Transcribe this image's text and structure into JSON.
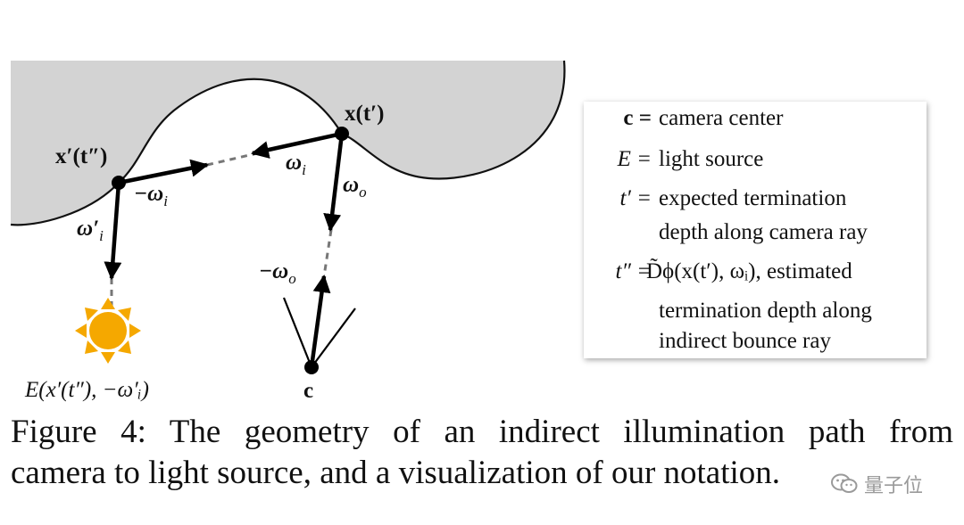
{
  "diagram": {
    "labels": {
      "point_x": "x(t′)",
      "point_x_prime": "x′(t″)",
      "omega_i": "ω",
      "omega_i_sub": "i",
      "neg_omega_i": "−ω",
      "neg_omega_i_sub": "i",
      "omega_o": "ω",
      "omega_o_sub": "o",
      "neg_omega_o": "−ω",
      "neg_omega_o_sub": "o",
      "omega_i_prime": "ω′",
      "omega_i_prime_sub": "i",
      "light_eq": "E(x′(t″), −ω′ᵢ)",
      "camera": "c"
    },
    "colors": {
      "surface_fill": "#d3d3d3",
      "sun_color": "#f5a800",
      "ray_color": "#000000",
      "dash_color": "#777777"
    }
  },
  "legend": {
    "rows": [
      {
        "symbol": "c =",
        "text": "camera center"
      },
      {
        "symbol": "E =",
        "text": "light source"
      },
      {
        "symbol": "t′ =",
        "text": "expected termination"
      },
      {
        "symbol": "",
        "text": "depth along camera ray"
      },
      {
        "symbol": "t″ =",
        "text": "D̃ϕ(x(t′), ωᵢ), estimated"
      },
      {
        "symbol": "",
        "text": "termination depth along"
      },
      {
        "symbol": "",
        "text": "indirect bounce ray"
      }
    ]
  },
  "caption": {
    "line1": "Figure 4: The geometry of an indirect illumination path from",
    "line2": "camera to light source, and a visualization of our notation."
  },
  "watermark": {
    "text": "量子位",
    "icon": "wechat-icon"
  }
}
